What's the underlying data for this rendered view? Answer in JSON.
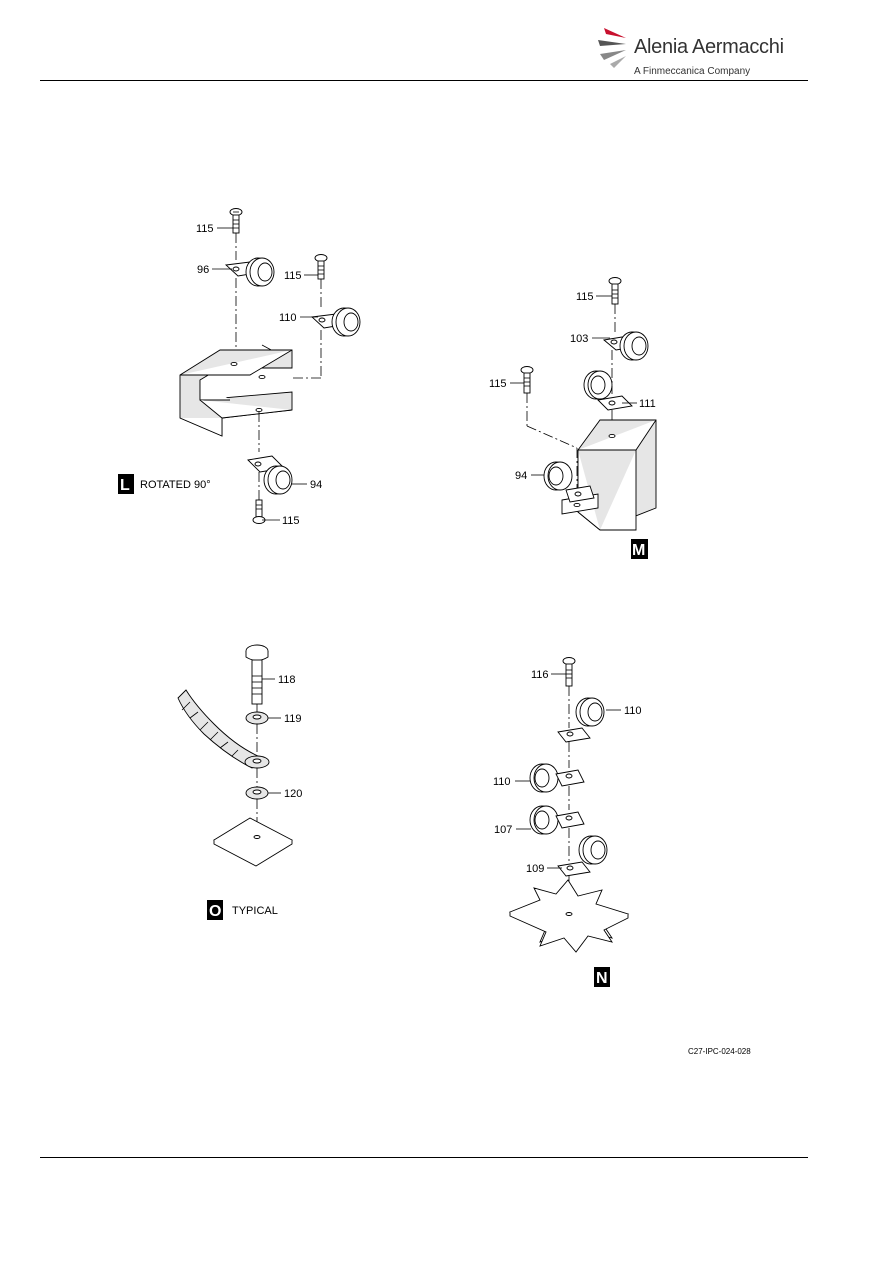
{
  "header": {
    "company": "Alenia Aermacchi",
    "tagline": "A Finmeccanica Company",
    "colors": {
      "accent": "#c8102e",
      "text": "#333333"
    }
  },
  "views": {
    "L": {
      "badge": "L",
      "caption": "ROTATED 90°",
      "callouts": [
        "115",
        "96",
        "115",
        "110",
        "94",
        "115"
      ]
    },
    "M": {
      "badge": "M",
      "callouts": [
        "115",
        "103",
        "115",
        "111",
        "94"
      ]
    },
    "O": {
      "badge": "O",
      "caption": "TYPICAL",
      "callouts": [
        "118",
        "119",
        "120"
      ]
    },
    "N": {
      "badge": "N",
      "callouts": [
        "116",
        "110",
        "110",
        "107",
        "109"
      ]
    }
  },
  "figure_code": "C27-IPC-024-028"
}
